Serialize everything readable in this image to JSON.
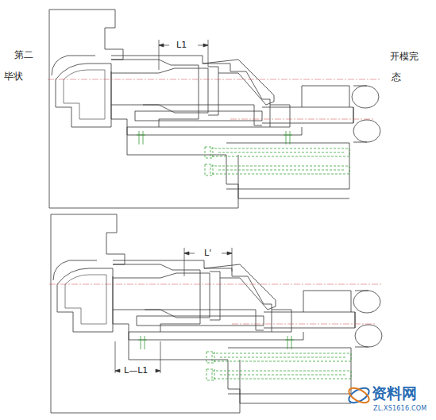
{
  "diagram": {
    "labels": [
      "第二",
      "毕状",
      "开模完",
      "态",
      "L1",
      "L'",
      "L—L1",
      "资料网",
      "ZL.XS1616.COM"
    ]
  }
}
